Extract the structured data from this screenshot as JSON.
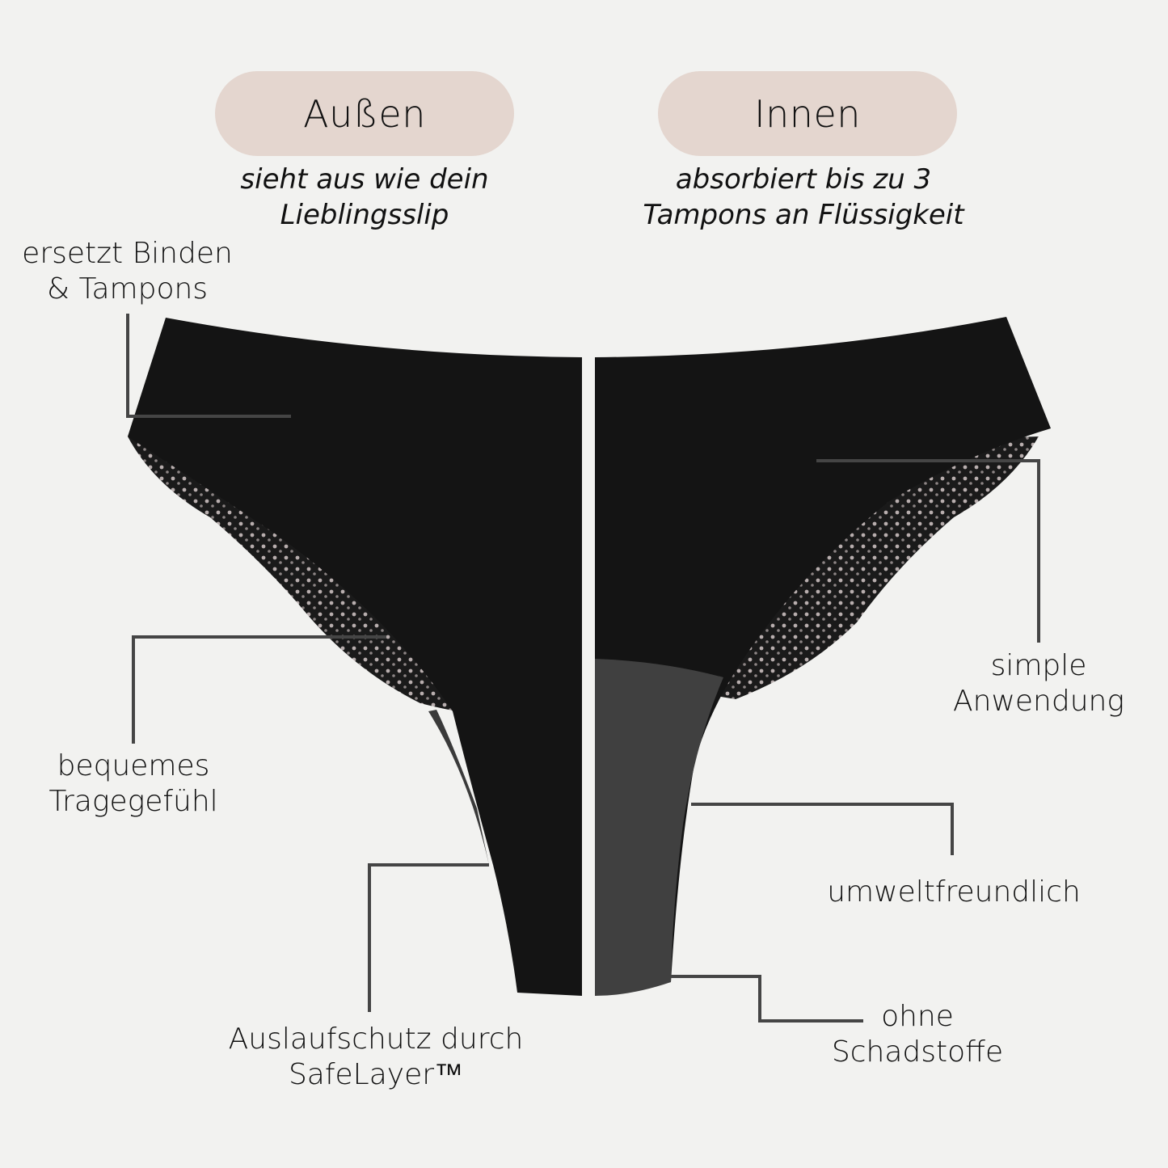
{
  "header": {
    "outside": {
      "title": "Außen",
      "subtitle_line1": "sieht aus wie dein",
      "subtitle_line2": "Lieblingsslip"
    },
    "inside": {
      "title": "Innen",
      "subtitle_line1": "absorbiert bis zu 3",
      "subtitle_line2": "Tampons an Flüssigkeit"
    }
  },
  "callouts": {
    "replaces": {
      "line1": "ersetzt Binden",
      "line2": "& Tampons"
    },
    "comfort": {
      "line1": "bequemes",
      "line2": "Tragegefühl"
    },
    "leak": {
      "line1": "Auslaufschutz durch",
      "line2": "SafeLayer™"
    },
    "simple": {
      "line1": "simple",
      "line2": "Anwendung"
    },
    "eco": {
      "line1": "umweltfreundlich"
    },
    "nontoxic": {
      "line1": "ohne",
      "line2": "Schadstoffe"
    }
  },
  "colors": {
    "background": "#f2f2f0",
    "pill": "#e4d6cf",
    "garment": "#141414",
    "gusset": "#404040",
    "callout_line": "#454545"
  }
}
